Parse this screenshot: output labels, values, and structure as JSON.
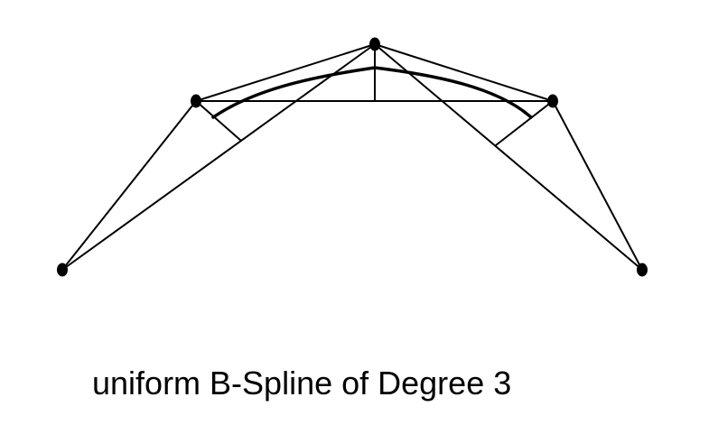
{
  "caption": "uniform B-Spline of Degree 3",
  "colors": {
    "background": "#ffffff",
    "ink": "#000000"
  },
  "diagram": {
    "control_points": 5,
    "curve_degree": 3,
    "curve_type": "uniform B-spline"
  }
}
